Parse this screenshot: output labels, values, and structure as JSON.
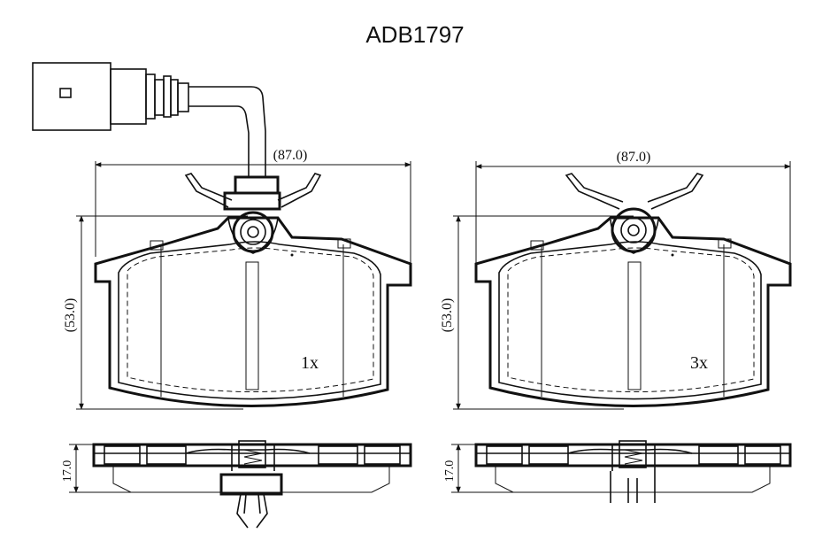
{
  "part_number": "ADB1797",
  "left_view": {
    "width_dim": "(87.0)",
    "height_dim": "(53.0)",
    "quantity": "1x",
    "thickness_dim": "17.0"
  },
  "right_view": {
    "width_dim": "(87.0)",
    "height_dim": "(53.0)",
    "quantity": "3x",
    "thickness_dim": "17.0"
  },
  "colors": {
    "line": "#111111",
    "background": "#ffffff"
  }
}
